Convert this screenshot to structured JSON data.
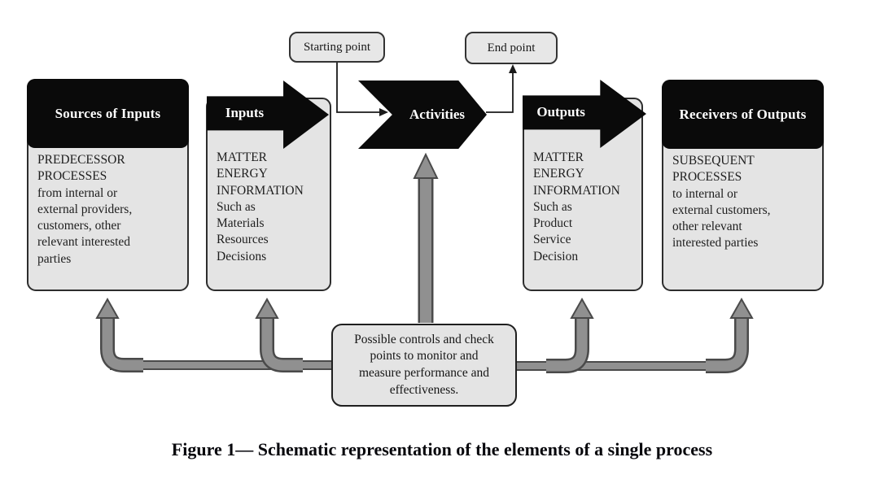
{
  "figure": {
    "caption": "Figure 1— Schematic representation of the elements of a single process"
  },
  "nodes": {
    "starting_point": {
      "label": "Starting point"
    },
    "end_point": {
      "label": "End point"
    },
    "sources": {
      "title": "Sources of Inputs",
      "body": "PREDECESSOR\nPROCESSES\nfrom internal or\nexternal providers,\ncustomers, other\nrelevant interested\nparties"
    },
    "inputs": {
      "title": "Inputs",
      "body": "MATTER\nENERGY\nINFORMATION\nSuch as\nMaterials\nResources\nDecisions"
    },
    "activities": {
      "title": "Activities"
    },
    "outputs": {
      "title": "Outputs",
      "body": "MATTER\nENERGY\nINFORMATION\nSuch as\nProduct\nService\nDecision"
    },
    "receivers": {
      "title": "Receivers of Outputs",
      "body": "SUBSEQUENT\nPROCESSES\nto internal or\nexternal customers,\nother relevant\ninterested parties"
    },
    "controls": {
      "text": "Possible controls and check\npoints to monitor and\nmeasure performance and\neffectiveness."
    }
  },
  "colors": {
    "box_fill": "#e4e4e4",
    "box_border": "#2d2d2d",
    "header_fill": "#0a0a0a",
    "header_text": "#ffffff",
    "feedback_arrow_fill": "#909090",
    "feedback_arrow_outline": "#4a4a4a",
    "connector_line": "#1a1a1a",
    "caption_text": "#07070c"
  }
}
